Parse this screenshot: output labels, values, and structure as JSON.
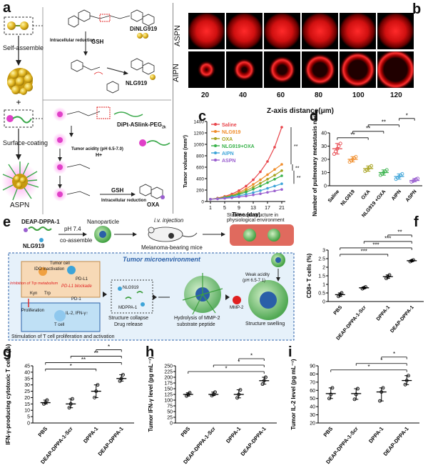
{
  "panels": {
    "a": {
      "letter": "a",
      "self_assemble": "Self-assemble",
      "surface_coating": "Surface-coating",
      "dinlg": "DiNLG919",
      "nlg": "NLG919",
      "intracellular_reduction": "Intracellular reduction",
      "gsh": "GSH",
      "dipt": "DiPt-ASlink-PEG",
      "dipt_sub": "2k",
      "tumor_acidity": "Tumor acidity (pH 6.5-7.0)",
      "hplus": "H+",
      "gsh2": "GSH",
      "intracellular_reduction2": "Intracellular reduction",
      "oxa": "OXA",
      "aspn": "ASPN"
    },
    "b": {
      "letter": "b",
      "row1": "ASPN",
      "row2": "AIPN",
      "x_ticks": [
        "20",
        "40",
        "60",
        "80",
        "100",
        "120"
      ],
      "xlabel": "Z-axis distance(μm)"
    },
    "c": {
      "letter": "c"
    },
    "d": {
      "letter": "d"
    },
    "e": {
      "letter": "e",
      "deap": "DEAP-DPPA-1",
      "nlg": "NLG919",
      "ph": "pH 7.4",
      "coassemble": "co-assemble",
      "nano": "Nanoparticle",
      "iv": "i.v. injection",
      "mice": "Melanoma-bearing mice",
      "stable": "Stable nanostructure in physiological environment",
      "tme": "Tumor microenvironment",
      "tumor_cell": "Tumor cell",
      "ido": "IDO inactivation",
      "pdl1": "PD-L1",
      "inhib": "Inhibition of Trp metabolism",
      "blockade": "PD-L1 blockade",
      "kyn": "Kyn",
      "trp": "Trp",
      "pd1": "PD-1",
      "prolif": "Proliferation",
      "il2": "IL-2, IFN-γ↑",
      "tcell": "T cell",
      "nlg2": "NLG919",
      "mdppa": "MDPPA-1",
      "collapse": "Structure collapse",
      "release": "Drug release",
      "hydro1": "Hydrolysis of MMP-2",
      "hydro2": "substrate peptide",
      "mmp2": "MMP-2",
      "weak": "Weak acidity",
      "weak_ph": "(pH 6.5-7.1)",
      "swelling": "Structure swelling",
      "stim": "Stimulation of T cell proliferation and activation"
    },
    "f": {
      "letter": "f"
    },
    "g": {
      "letter": "g"
    },
    "h": {
      "letter": "h"
    },
    "i": {
      "letter": "i"
    }
  },
  "colors": {
    "saline": "#e8454b",
    "nlg": "#f08c2a",
    "oxa": "#a7a21e",
    "combo": "#38b24a",
    "aipn": "#3da4d8",
    "aspn": "#9a5fcf",
    "tme_bg": "#e6f1fa",
    "tme_border": "#2a5fa8",
    "red": "#e02020"
  },
  "chart_data": [
    {
      "id": "c",
      "type": "line",
      "ylabel": "Tumor volume (mm³)",
      "xlabel": "Time (day)",
      "x": [
        1,
        3,
        5,
        7,
        9,
        11,
        13,
        15,
        17,
        19,
        21
      ],
      "xticks": [
        1,
        5,
        9,
        13,
        17,
        21
      ],
      "yticks": [
        0,
        200,
        400,
        600,
        800,
        1000,
        1200,
        1400
      ],
      "xlim": [
        0,
        22
      ],
      "ylim": [
        0,
        1400
      ],
      "legend_position": "top-left",
      "significance": [
        "**",
        "**",
        "**"
      ],
      "series": [
        {
          "name": "Saline",
          "color_key": "saline",
          "values": [
            40,
            60,
            90,
            130,
            190,
            270,
            380,
            520,
            700,
            950,
            1300
          ]
        },
        {
          "name": "NLG919",
          "color_key": "nlg",
          "values": [
            40,
            55,
            80,
            110,
            160,
            220,
            300,
            380,
            470,
            560,
            650
          ]
        },
        {
          "name": "OXA",
          "color_key": "oxa",
          "values": [
            40,
            52,
            75,
            100,
            140,
            190,
            250,
            320,
            390,
            460,
            540
          ]
        },
        {
          "name": "NLG919+OXA",
          "color_key": "combo",
          "values": [
            40,
            50,
            70,
            95,
            125,
            165,
            215,
            270,
            330,
            390,
            450
          ]
        },
        {
          "name": "AIPN",
          "color_key": "aipn",
          "values": [
            40,
            48,
            62,
            80,
            100,
            125,
            155,
            190,
            230,
            270,
            310
          ]
        },
        {
          "name": "ASPN",
          "color_key": "aspn",
          "values": [
            40,
            45,
            55,
            65,
            80,
            95,
            115,
            135,
            160,
            185,
            210
          ]
        }
      ]
    },
    {
      "id": "d",
      "type": "scatter",
      "ylabel": "Number of pulmonary metastasis nodules",
      "categories": [
        "Saline",
        "NLG919",
        "OXA",
        "NLG919 +OXA",
        "AIPN",
        "ASPN"
      ],
      "yticks": [
        0,
        10,
        20,
        30,
        40
      ],
      "ylim": [
        0,
        40
      ],
      "means": [
        28,
        20,
        13,
        10,
        7,
        4
      ],
      "points": [
        [
          24,
          26,
          28,
          30,
          32
        ],
        [
          18,
          19,
          20,
          21,
          22
        ],
        [
          11,
          12,
          13,
          14,
          15
        ],
        [
          8,
          9,
          10,
          11,
          12
        ],
        [
          5,
          6,
          7,
          8,
          9
        ],
        [
          3,
          3.5,
          4,
          5,
          5.5
        ]
      ],
      "significance": [
        {
          "from": 0,
          "to": 2,
          "label": "**"
        },
        {
          "from": 1,
          "to": 3,
          "label": "**"
        },
        {
          "from": 2,
          "to": 4,
          "label": "**"
        },
        {
          "from": 4,
          "to": 5,
          "label": "*"
        }
      ]
    },
    {
      "id": "f",
      "type": "scatter",
      "ylabel": "CD8+ T cells (%)",
      "categories": [
        "PBS",
        "DEAP-DPPA-1-Scr",
        "DPPA-1",
        "DEAP-DPPA-1"
      ],
      "yticks": [
        0.0,
        0.5,
        1.0,
        1.5,
        2.0,
        2.5,
        3.0
      ],
      "ylim": [
        0,
        3
      ],
      "means": [
        0.4,
        0.8,
        1.45,
        2.38
      ],
      "points": [
        [
          0.3,
          0.4,
          0.5
        ],
        [
          0.75,
          0.8,
          0.85
        ],
        [
          1.35,
          1.45,
          1.55
        ],
        [
          2.33,
          2.38,
          2.42
        ]
      ],
      "significance": [
        {
          "from": 0,
          "to": 2,
          "label": "***"
        },
        {
          "from": 0,
          "to": 3,
          "label": "***"
        },
        {
          "from": 1,
          "to": 3,
          "label": "***"
        },
        {
          "from": 2,
          "to": 3,
          "label": "**"
        }
      ]
    },
    {
      "id": "g",
      "type": "scatter",
      "ylabel": "IFN-γ-producing cytotoxic T cells (%)",
      "categories": [
        "PBS",
        "DEAP-DPPA-1-Scr",
        "DPPA-1",
        "DEAP-DPPA-1"
      ],
      "yticks": [
        0,
        5,
        10,
        15,
        20,
        25,
        30,
        35,
        40,
        45
      ],
      "ylim": [
        0,
        45
      ],
      "means": [
        16,
        15,
        25,
        35
      ],
      "points": [
        [
          15,
          16,
          18
        ],
        [
          12,
          15,
          19
        ],
        [
          20,
          25,
          30
        ],
        [
          33,
          35,
          38
        ]
      ],
      "significance": [
        {
          "from": 0,
          "to": 2,
          "label": "*"
        },
        {
          "from": 0,
          "to": 3,
          "label": "**"
        },
        {
          "from": 1,
          "to": 3,
          "label": "**"
        },
        {
          "from": 2,
          "to": 3,
          "label": "*"
        }
      ]
    },
    {
      "id": "h",
      "type": "scatter",
      "ylabel": "Tumor IFN-γ level (pg mL⁻¹)",
      "categories": [
        "PBS",
        "DEAP-DPPA-1-Scr",
        "DPPA-1",
        "DEAP-DPPA-1"
      ],
      "yticks": [
        0,
        25,
        50,
        75,
        100,
        125,
        150,
        175,
        200,
        225,
        250
      ],
      "ylim": [
        0,
        250
      ],
      "means": [
        125,
        125,
        125,
        185
      ],
      "points": [
        [
          118,
          125,
          132
        ],
        [
          120,
          125,
          135
        ],
        [
          110,
          125,
          145
        ],
        [
          170,
          185,
          200
        ]
      ],
      "significance": [
        {
          "from": 0,
          "to": 3,
          "label": "*"
        },
        {
          "from": 1,
          "to": 3,
          "label": "*"
        },
        {
          "from": 2,
          "to": 3,
          "label": "*"
        }
      ]
    },
    {
      "id": "i",
      "type": "scatter",
      "ylabel": "Tumor IL-2 level (pg mL⁻¹)",
      "categories": [
        "PBS",
        "DEAP-DPPA-1-Scr",
        "DPPA-1",
        "DEAP-DPPA-1"
      ],
      "yticks": [
        20,
        30,
        40,
        50,
        60,
        70,
        80,
        90
      ],
      "ylim": [
        20,
        90
      ],
      "means": [
        56,
        56,
        58,
        72
      ],
      "points": [
        [
          50,
          55,
          63
        ],
        [
          49,
          55,
          62
        ],
        [
          47,
          58,
          63
        ],
        [
          67,
          72,
          78
        ]
      ],
      "significance": [
        {
          "from": 0,
          "to": 3,
          "label": "*"
        },
        {
          "from": 1,
          "to": 3,
          "label": "*"
        },
        {
          "from": 2,
          "to": 3,
          "label": "*"
        }
      ]
    }
  ]
}
